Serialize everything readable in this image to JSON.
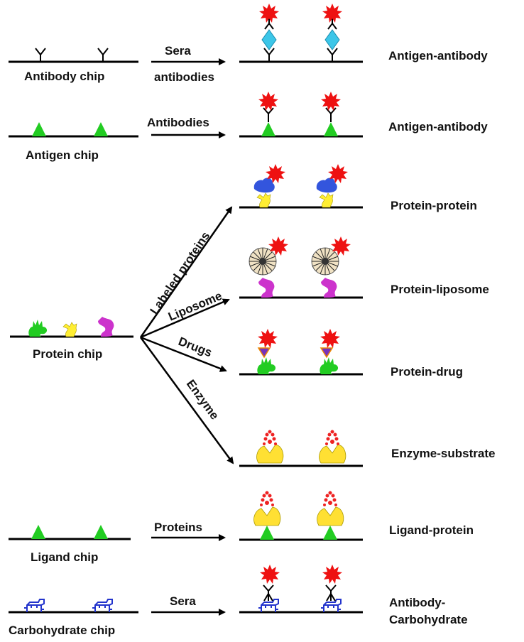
{
  "colors": {
    "line": "#000000",
    "star": "#ee1111",
    "antigen_diamond": "#3cc6e8",
    "triangle": "#22cc22",
    "green_protein": "#22cc22",
    "yellow_protein": "#ffee33",
    "magenta_protein": "#cc33cc",
    "blue_protein": "#3355dd",
    "enzyme": "#ffe033",
    "carbohydrate": "#2233cc",
    "drug": "#7733bb",
    "liposome": "#f0e0c0",
    "substrate": "#ee2222"
  },
  "rows": {
    "antibody": {
      "chip_label": "Antibody chip",
      "reagent_line1": "Sera",
      "reagent_line2": "antibodies",
      "result": "Antigen-antibody"
    },
    "antigen": {
      "chip_label": "Antigen chip",
      "reagent": "Antibodies",
      "result": "Antigen-antibody"
    },
    "protein": {
      "chip_label": "Protein chip",
      "branches": {
        "labeled": {
          "reagent": "Labeled proteins",
          "result": "Protein-protein"
        },
        "liposome": {
          "reagent": "Liposome",
          "result": "Protein-liposome"
        },
        "drugs": {
          "reagent": "Drugs",
          "result": "Protein-drug"
        },
        "enzyme": {
          "reagent": "Enzyme",
          "result": "Enzyme-substrate"
        }
      }
    },
    "ligand": {
      "chip_label": "Ligand chip",
      "reagent": "Proteins",
      "result": "Ligand-protein"
    },
    "carbohydrate": {
      "chip_label": "Carbohydrate chip",
      "reagent": "Sera",
      "result_line1": "Antibody-",
      "result_line2": "Carbohydrate"
    }
  }
}
